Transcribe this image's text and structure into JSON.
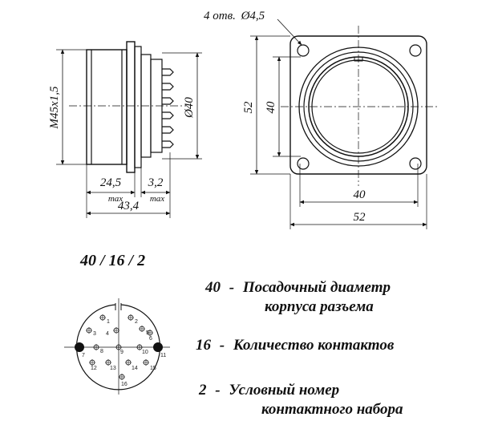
{
  "side_view": {
    "thread_label": "M45x1,5",
    "diameter_label": "Ø40",
    "length_body": "24,5",
    "length_body_note": "max",
    "length_tail": "3,2",
    "length_tail_note": "max",
    "length_total": "43,4"
  },
  "front_view": {
    "holes_label": "4 отв.",
    "hole_diameter": "Ø4,5",
    "height_outer": "52",
    "height_inner": "40",
    "width_inner": "40",
    "width_outer": "52"
  },
  "code": "40 / 16 / 2",
  "pinout": {
    "pins": [
      "1",
      "2",
      "3",
      "4",
      "5",
      "6",
      "7",
      "8",
      "9",
      "10",
      "11",
      "12",
      "13",
      "14",
      "15",
      "16"
    ]
  },
  "legend": [
    {
      "num": "40",
      "sep": "-",
      "line1": "Посадочный диаметр",
      "line2": "корпуса разъема"
    },
    {
      "num": "16",
      "sep": "-",
      "line1": "Количество контактов"
    },
    {
      "num": "2",
      "sep": "-",
      "line1": "Условный номер",
      "line2": "контактного набора"
    }
  ]
}
